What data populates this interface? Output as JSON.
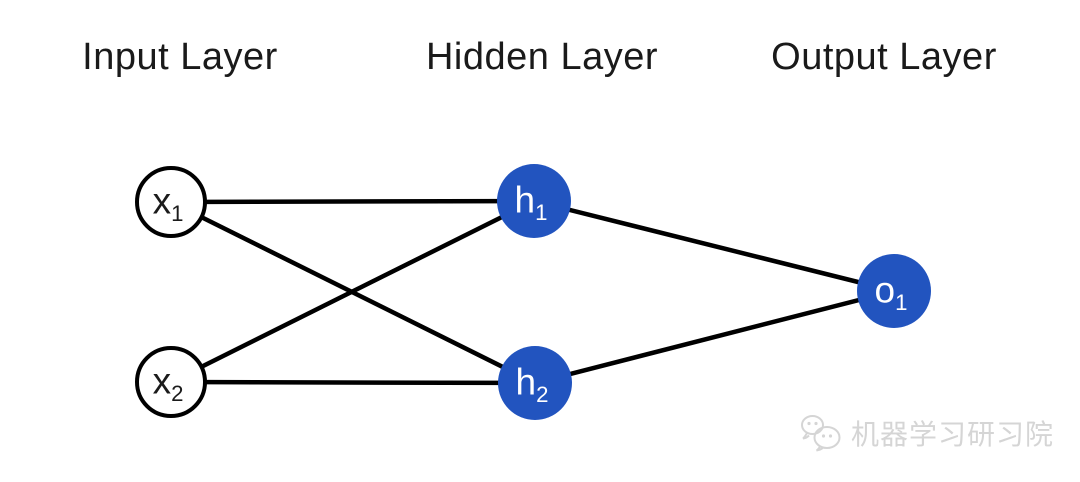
{
  "diagram": {
    "titles": {
      "input": "Input Layer",
      "hidden": "Hidden Layer",
      "output": "Output Layer"
    },
    "nodes": [
      {
        "id": "x1",
        "base": "x",
        "sub": "1",
        "layer": "input"
      },
      {
        "id": "x2",
        "base": "x",
        "sub": "2",
        "layer": "input"
      },
      {
        "id": "h1",
        "base": "h",
        "sub": "1",
        "layer": "hidden"
      },
      {
        "id": "h2",
        "base": "h",
        "sub": "2",
        "layer": "hidden"
      },
      {
        "id": "o1",
        "base": "o",
        "sub": "1",
        "layer": "output"
      }
    ],
    "edges": [
      {
        "from": "x1",
        "to": "h1"
      },
      {
        "from": "x1",
        "to": "h2"
      },
      {
        "from": "x2",
        "to": "h1"
      },
      {
        "from": "x2",
        "to": "h2"
      },
      {
        "from": "h1",
        "to": "o1"
      },
      {
        "from": "h2",
        "to": "o1"
      }
    ],
    "colors": {
      "node_fill_blue": "#2254bf",
      "node_fill_white": "#ffffff",
      "node_stroke": "#000000",
      "edge_stroke": "#000000"
    }
  },
  "watermark": {
    "icon": "wechat-icon",
    "text": "机器学习研习院",
    "color": "#d5d5d5"
  }
}
